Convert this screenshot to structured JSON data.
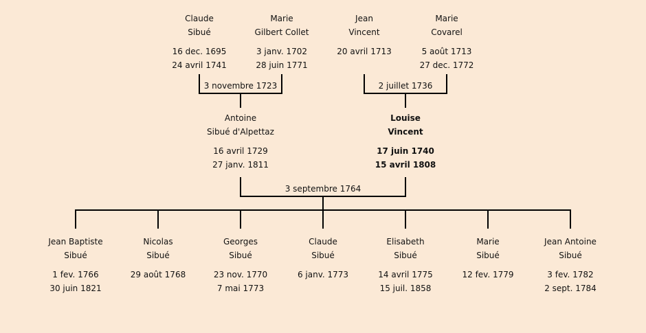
{
  "grandparents": [
    {
      "first": "Claude",
      "last": "Sibué",
      "birth": "16 dec. 1695",
      "death": "24 avril 1741"
    },
    {
      "first": "Marie",
      "last": "Gilbert Collet",
      "birth": "3 janv. 1702",
      "death": "28 juin 1771"
    },
    {
      "first": "Jean",
      "last": "Vincent",
      "birth": "20 avril 1713",
      "death": ""
    },
    {
      "first": "Marie",
      "last": "Covarel",
      "birth": "5 août 1713",
      "death": "27 dec. 1772"
    }
  ],
  "marriages_top": [
    "3 novembre 1723",
    "2 juillet 1736"
  ],
  "parents": [
    {
      "first": "Antoine",
      "last": "Sibué d'Alpettaz",
      "birth": "16 avril 1729",
      "death": "27 janv. 1811"
    },
    {
      "first": "Louise",
      "last": "Vincent",
      "birth": "17 juin 1740",
      "death": "15 avril 1808"
    }
  ],
  "marriage_parents": "3 septembre 1764",
  "children": [
    {
      "first": "Jean Baptiste",
      "last": "Sibué",
      "birth": "1 fev. 1766",
      "death": "30 juin 1821"
    },
    {
      "first": "Nicolas",
      "last": "Sibué",
      "birth": "29 août 1768",
      "death": ""
    },
    {
      "first": "Georges",
      "last": "Sibué",
      "birth": "23 nov. 1770",
      "death": "7 mai 1773"
    },
    {
      "first": "Claude",
      "last": "Sibué",
      "birth": "6 janv. 1773",
      "death": ""
    },
    {
      "first": "Elisabeth",
      "last": "Sibué",
      "birth": "14 avril 1775",
      "death": "15 juil. 1858"
    },
    {
      "first": "Marie",
      "last": "Sibué",
      "birth": "12 fev. 1779",
      "death": ""
    },
    {
      "first": "Jean Antoine",
      "last": "Sibué",
      "birth": "3 fev. 1782",
      "death": "2 sept. 1784"
    }
  ]
}
